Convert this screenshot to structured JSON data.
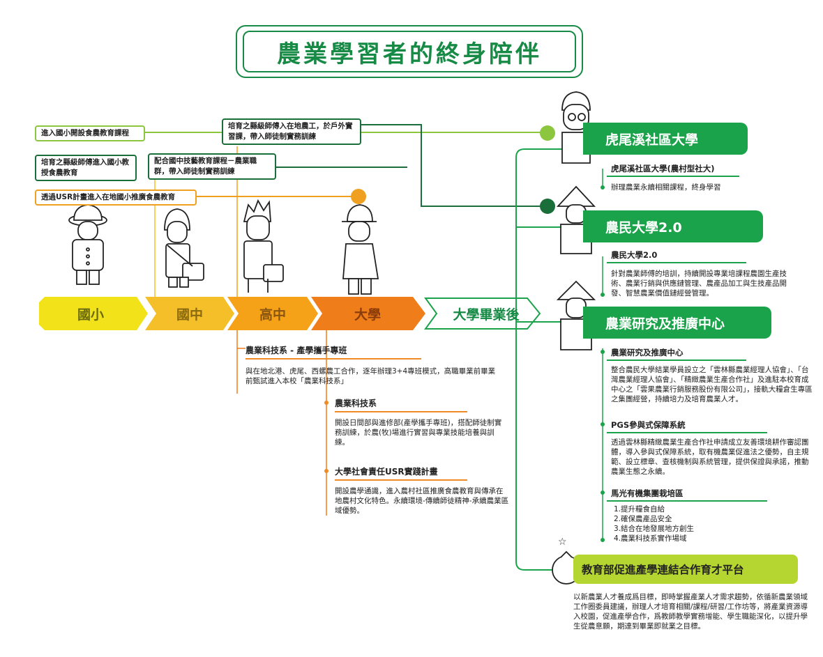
{
  "title": "農業學習者的終身陪伴",
  "left_boxes": {
    "elementary_food": "進入國小開設食農教育課程",
    "master_field": "培育之縣級師傅入在地農工，於戶外實習課，帶入師徒制實務訓練",
    "master_elementary": "培育之縣級師傅進入國小教授食農教育",
    "junior_tech": "配合國中技藝教育課程－農業職群，帶入師徒制實務訓練",
    "usr_elementary": "透過USR計畫進入在地國小推廣食農教育"
  },
  "stages": {
    "elementary": "國小",
    "junior": "國中",
    "senior": "高中",
    "university": "大學",
    "graduate": "大學畢業後"
  },
  "lower": {
    "program_title": "農業科技系 - 產學攜手專班",
    "program_text": "與在地北港、虎尾、西螺農工合作，逐年辦理3+4專班模式，高職畢業前畢業前甄試進入本校「農業科技系」",
    "dept_title": "農業科技系",
    "dept_text": "開設日間部與進修部(產學攜手專班)，搭配師徒制實務訓練，於農(牧)場進行實習與專業技能培養與訓練。",
    "usr_title": "大學社會責任USR實踐計畫",
    "usr_text": "開設農學通識，進入農村社區推廣食農教育與傳承在地農村文化特色。永續環境-傳續師徒精神-承續農業區域優勢。"
  },
  "right": {
    "huwei_head": "虎尾溪社區大學",
    "huwei_sub": "虎尾溪社區大學(農村型社大)",
    "huwei_text": "辦理農業永續相關課程，終身學習",
    "farmer_head": "農民大學2.0",
    "farmer_sub": "農民大學2.0",
    "farmer_text": "針對農業師傅的培訓，持續開設專業培課程農園生產技術、農業行銷與供應鏈管理、農產品加工與生技產品開發、智慧農業價值鏈經營管理。",
    "research_head": "農業研究及推廣中心",
    "research_sub": "農業研究及推廣中心",
    "research_text": "整合農民大學結業學員設立之「雲林縣農業經理人協會」、「台灣農業經理人協會」、「精緻農業生產合作社」及進駐本校育成中心之「雲果農業行銷服務股份有限公司」，接軌大糧倉生專區之集團經營，持續培力及培育農業人才。",
    "pgs_sub": "PGS參與式保障系統",
    "pgs_text": "透過雲林縣精緻農業生產合作社申請成立友善環境耕作審認團體，導入參與式保障系統，取有機農業促進法之優勢，自主規範、設立標章、查核機制與系統管理，提供保證與承諾，推動農業生態之永續。",
    "maguang_sub": "馬光有機集團栽培區",
    "maguang_items": [
      "1.提升糧食自給",
      "2.確保農產品安全",
      "3.結合在地發展地方創生",
      "4.農業科技系實作場域"
    ],
    "moe_head": "教育部促進產學連結合作育才平台",
    "moe_text": "以新農業人才養成爲目標，即時掌握產業人才需求趨勢，依循新農業領域工作圈委員建議，辦理人才培育相關/課程/研習/工作坊等，將產業資源導入校園，促進產學合作，爲教師教學實務增能、學生職能深化，以提升學生從農意願，期達到畢業即就業之目標。"
  },
  "colors": {
    "green": "#1aa34a",
    "dark_green": "#1a6e3a",
    "lime": "#8cc63f",
    "orange": "#f08a24",
    "yellow": "#f2e21a"
  }
}
